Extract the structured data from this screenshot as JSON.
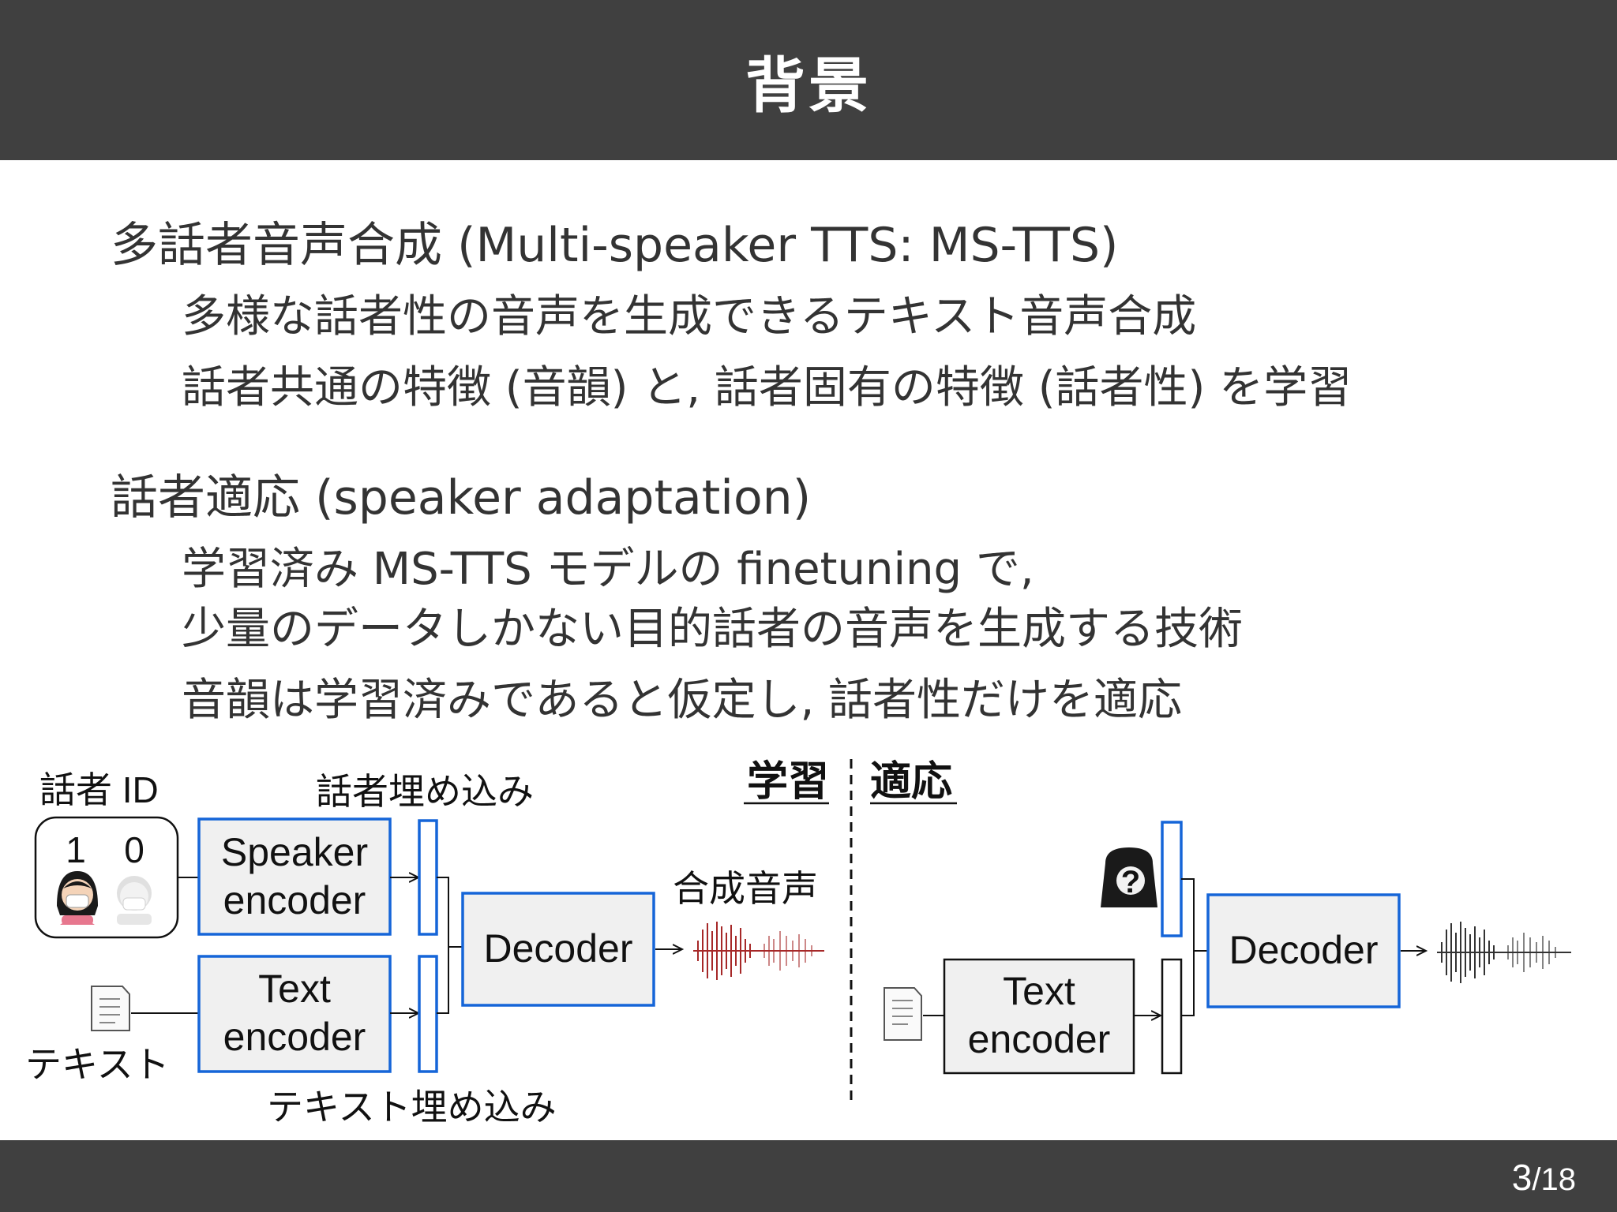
{
  "slide": {
    "title": "背景",
    "page_current": "3",
    "page_total": "/18"
  },
  "content": {
    "section1": {
      "heading": "多話者音声合成 (Multi-speaker TTS: MS-TTS)",
      "bullets": [
        "多様な話者性の音声を生成できるテキスト音声合成",
        "話者共通の特徴 (音韻) と, 話者固有の特徴 (話者性) を学習"
      ]
    },
    "section2": {
      "heading": "話者適応 (speaker adaptation)",
      "bullets": [
        "学習済み MS-TTS モデルの finetuning で,",
        "少量のデータしかない目的話者の音声を生成する技術",
        "音韻は学習済みであると仮定し, 話者性だけを適応"
      ]
    }
  },
  "diagram": {
    "left": {
      "speaker_id_label": "話者 ID",
      "id_values": [
        "1",
        "0"
      ],
      "speaker_embedding_label": "話者埋め込み",
      "speaker_encoder": [
        "Speaker",
        "encoder"
      ],
      "text_encoder": [
        "Text",
        "encoder"
      ],
      "decoder": "Decoder",
      "synth_label": "合成音声",
      "text_label": "テキスト",
      "text_embedding_label": "テキスト埋め込み"
    },
    "phase_train": "学習",
    "phase_adapt": "適応",
    "right": {
      "unknown_speaker_mark": "?",
      "text_encoder": [
        "Text",
        "encoder"
      ],
      "decoder": "Decoder"
    },
    "colors": {
      "encoder_border": "#1565d8",
      "box_fill": "#f0f0f0",
      "waveform_synth": "#a62828",
      "waveform_target": "#333333"
    },
    "icons": [
      "masked-person-icon",
      "masked-elder-icon",
      "document-icon",
      "hooded-unknown-speaker-icon",
      "waveform-icon"
    ]
  }
}
